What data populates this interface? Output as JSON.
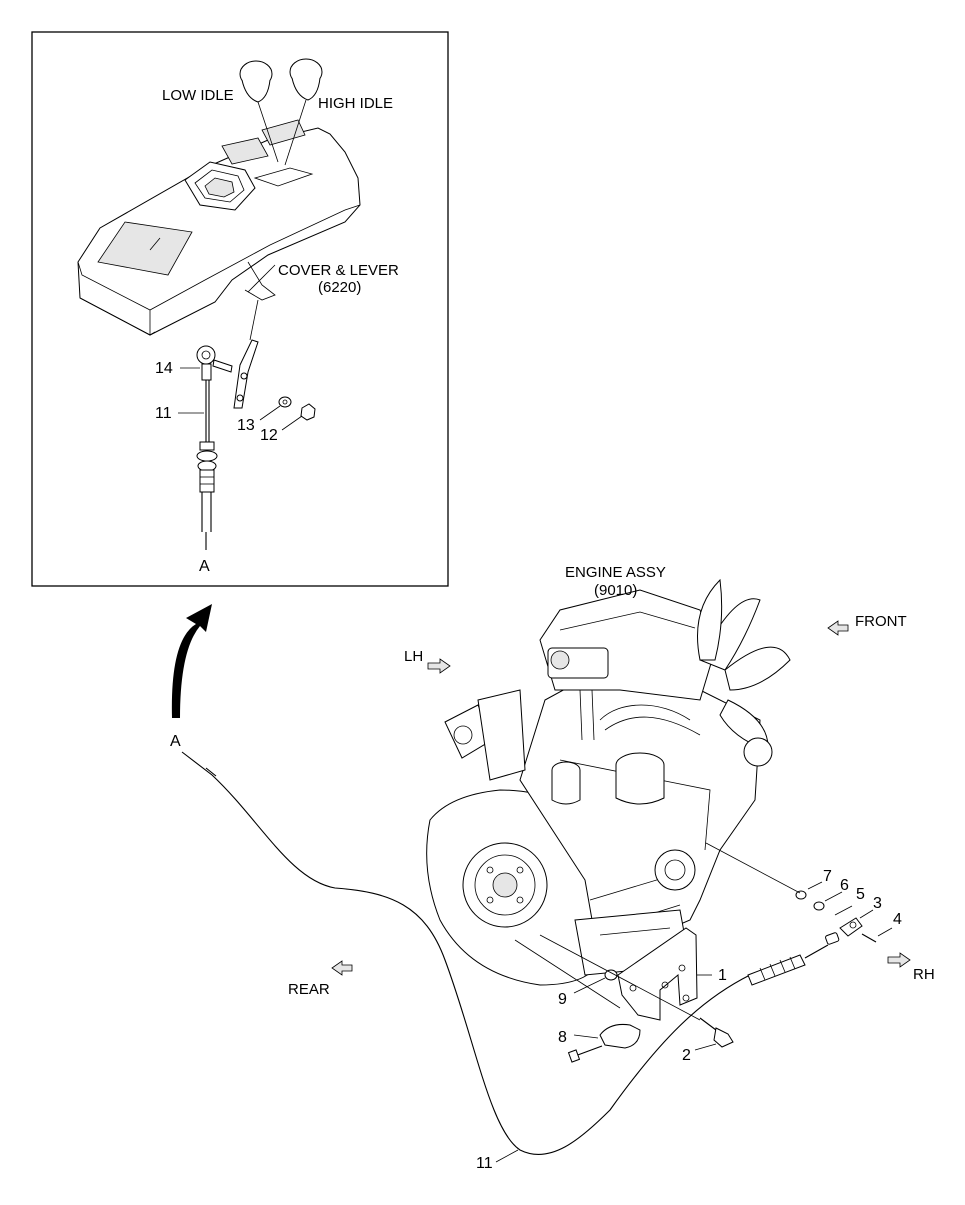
{
  "inset": {
    "low_idle": "LOW IDLE",
    "high_idle": "HIGH IDLE",
    "cover_lever": "COVER & LEVER",
    "cover_lever_ref": "(6220)",
    "section_a": "A",
    "callouts": {
      "p14": "14",
      "p11": "11",
      "p13": "13",
      "p12": "12"
    }
  },
  "main": {
    "engine_assy": "ENGINE ASSY",
    "engine_assy_ref": "(9010)",
    "front": "FRONT",
    "lh": "LH",
    "rear": "REAR",
    "rh": "RH",
    "section_a": "A",
    "callouts": {
      "p1": "1",
      "p2": "2",
      "p3": "3",
      "p4": "4",
      "p5": "5",
      "p6": "6",
      "p7": "7",
      "p8": "8",
      "p9": "9",
      "p11": "11"
    }
  }
}
